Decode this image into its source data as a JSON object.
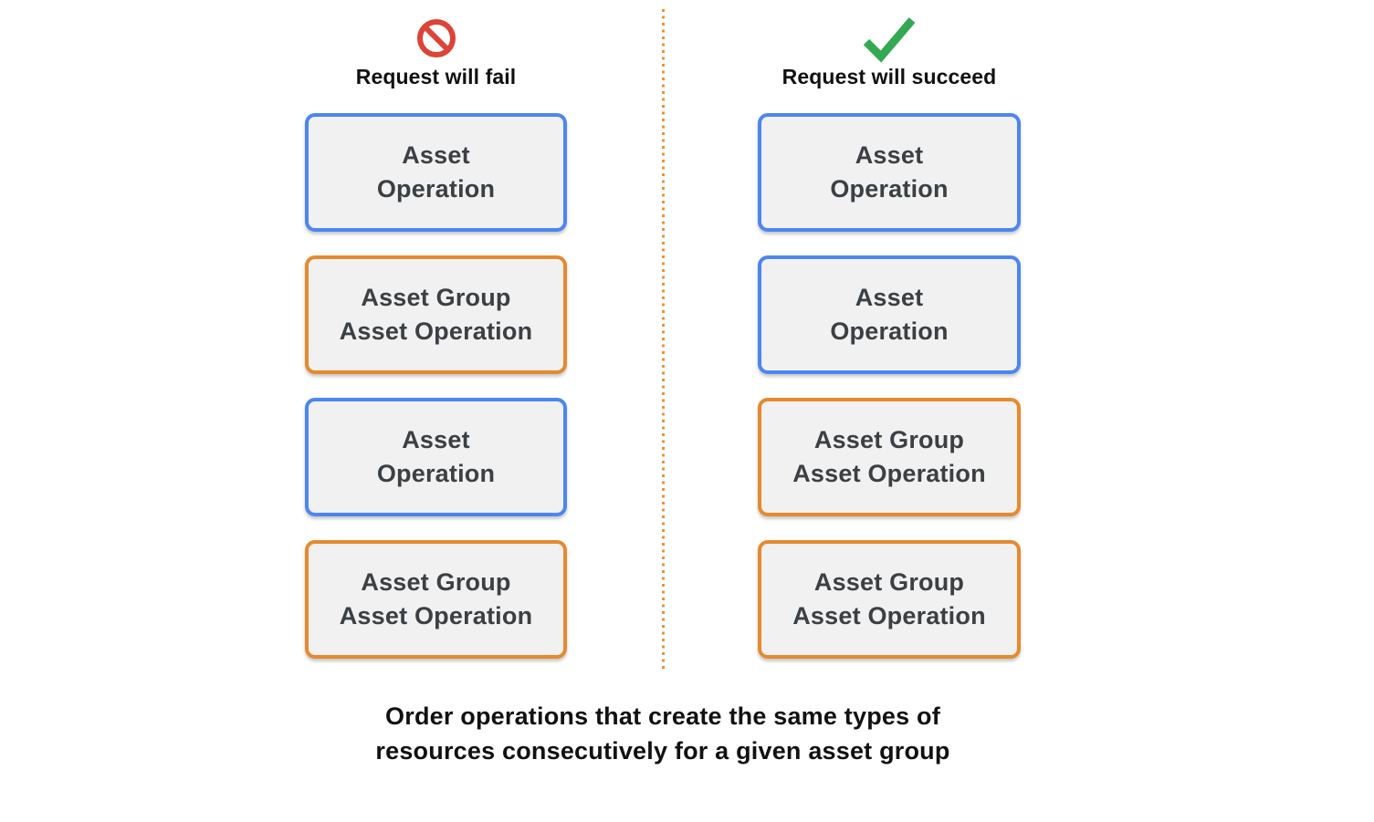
{
  "colors": {
    "background": "#ffffff",
    "blue_border": "#4c86f0",
    "orange_border": "#e68a2e",
    "box_fill": "#f1f1f2",
    "box_text": "#3c4043",
    "header_text": "#111111",
    "caption_text": "#111111",
    "fail_icon_red": "#db4437",
    "success_icon_green": "#34a853",
    "divider_orange": "#e8943c"
  },
  "columns": [
    {
      "header": "Request will fail",
      "icon": "prohibition-icon",
      "boxes": [
        {
          "type": "asset",
          "label": "Asset\nOperation"
        },
        {
          "type": "asset-group",
          "label": "Asset Group\nAsset Operation"
        },
        {
          "type": "asset",
          "label": "Asset\nOperation"
        },
        {
          "type": "asset-group",
          "label": "Asset Group\nAsset Operation"
        }
      ]
    },
    {
      "header": "Request will succeed",
      "icon": "checkmark-icon",
      "boxes": [
        {
          "type": "asset",
          "label": "Asset\nOperation"
        },
        {
          "type": "asset",
          "label": "Asset\nOperation"
        },
        {
          "type": "asset-group",
          "label": "Asset Group\nAsset Operation"
        },
        {
          "type": "asset-group",
          "label": "Asset Group\nAsset Operation"
        }
      ]
    }
  ],
  "caption": "Order operations that create the same types of\nresources consecutively for a given asset group"
}
